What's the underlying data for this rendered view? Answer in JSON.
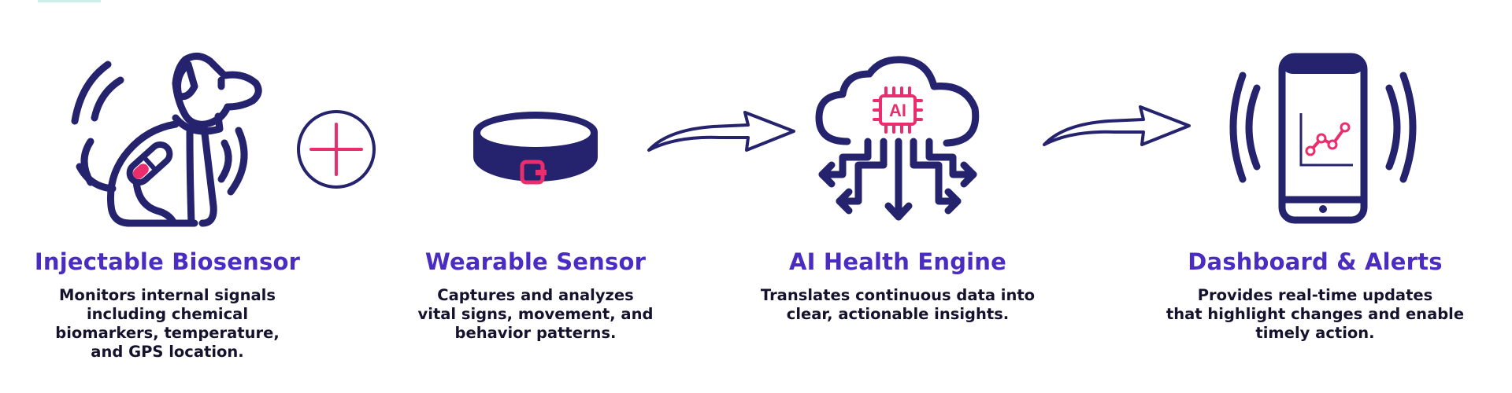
{
  "colors": {
    "navy": "#25226e",
    "accent": "#ea2d6d",
    "title": "#4a2cc2",
    "text": "#15122e"
  },
  "icons": [
    "dog-icon",
    "plus-icon",
    "collar-icon",
    "arrow-right-icon",
    "ai-cloud-icon",
    "arrow-right-icon",
    "smartphone-chart-icon"
  ],
  "steps": [
    {
      "title": "Injectable Biosensor",
      "lines": [
        "Monitors internal signals",
        "including chemical",
        "biomarkers, temperature,",
        "and GPS location."
      ]
    },
    {
      "title": "Wearable Sensor",
      "lines": [
        "Captures and analyzes",
        "vital signs, movement, and",
        "behavior patterns."
      ]
    },
    {
      "title": "AI Health Engine",
      "lines": [
        "Translates continuous data into",
        "clear, actionable insights."
      ]
    },
    {
      "title": "Dashboard & Alerts",
      "lines": [
        "Provides real-time updates",
        "that highlight changes and enable",
        "timely action."
      ]
    }
  ],
  "chip_label": "AI"
}
